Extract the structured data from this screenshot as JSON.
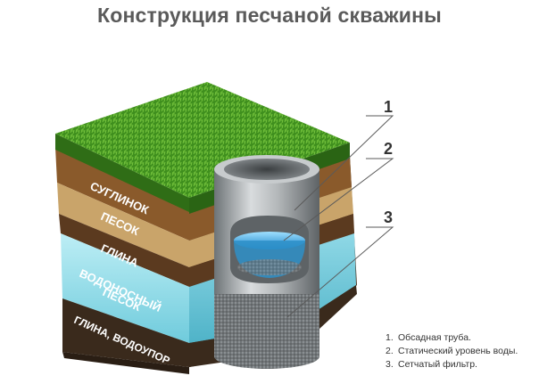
{
  "title": "Конструкция песчаной скважины",
  "layers": [
    {
      "label": "СУГЛИНОК"
    },
    {
      "label": "ПЕСОК"
    },
    {
      "label": "ГЛИНА"
    },
    {
      "label_line1": "ВОДОНОСНЫЙ",
      "label_line2": "ПЕСОК"
    },
    {
      "label": "ГЛИНА, ВОДОУПОР"
    }
  ],
  "callouts": [
    "1",
    "2",
    "3"
  ],
  "legend": [
    {
      "num": "1.",
      "text": "Обсадная труба."
    },
    {
      "num": "2.",
      "text": "Статический уровень воды."
    },
    {
      "num": "3.",
      "text": "Сетчатый фильтр."
    }
  ],
  "colors": {
    "grass": "#3f8f1e",
    "grass_light": "#6fc23a",
    "loam": "#8a5a2b",
    "sand": "#c9a46a",
    "clay": "#5b3a1f",
    "aquifer": "#8fd8e6",
    "aquitard": "#3a2a1c",
    "pipe": "#9ea3a6",
    "water": "#2ea4e0"
  }
}
